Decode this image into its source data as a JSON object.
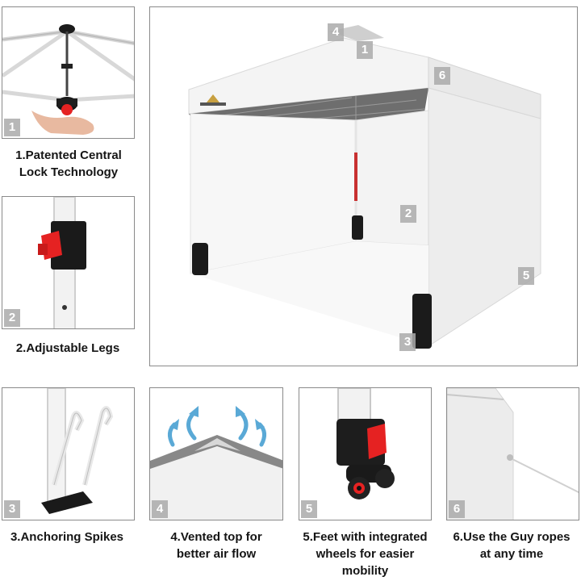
{
  "panels": {
    "p1": {
      "badge": "1",
      "caption": [
        "1.Patented Central",
        "Lock Technology"
      ]
    },
    "p2": {
      "badge": "2",
      "caption": [
        "2.Adjustable Legs"
      ]
    },
    "p3": {
      "badge": "3",
      "caption": [
        "3.Anchoring Spikes"
      ]
    },
    "p4": {
      "badge": "4",
      "caption": [
        "4.Vented top for",
        "better air flow"
      ]
    },
    "p5": {
      "badge": "5",
      "caption": [
        "5.Feet with integrated",
        "wheels for easier",
        "mobility"
      ]
    },
    "p6": {
      "badge": "6",
      "caption": [
        "6.Use the Guy ropes",
        "at any time"
      ]
    }
  },
  "main_badges": [
    "4",
    "1",
    "6",
    "2",
    "5",
    "3"
  ],
  "colors": {
    "badge_bg": "#aaaaaa",
    "lock_red": "#e52222",
    "border": "#8a8a8a"
  },
  "icons": [
    "central-lock-icon",
    "hand-icon",
    "leg-button-icon",
    "spike-icon",
    "vent-arrow-icon",
    "wheel-foot-icon",
    "guy-rope-icon",
    "canopy-tent-image"
  ]
}
